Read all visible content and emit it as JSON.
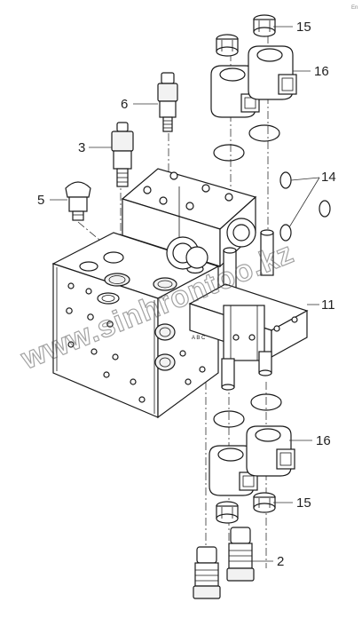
{
  "corner_mark": "En",
  "watermark": "www.sinhrontoo.kz",
  "callouts": {
    "c15_top": "15",
    "c16_top": "16",
    "c6": "6",
    "c3": "3",
    "c14": "14",
    "c5": "5",
    "c11": "11",
    "c16_bottom": "16",
    "c15_bottom": "15",
    "c2": "2"
  },
  "valve_marking": "A B C"
}
